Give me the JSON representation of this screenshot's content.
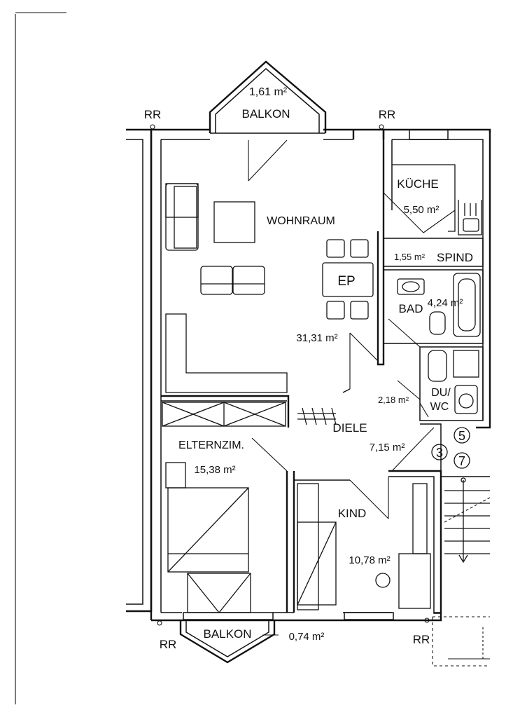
{
  "rooms": {
    "balkon_top": {
      "name": "BALKON",
      "area": "1,61 m²"
    },
    "wohnraum": {
      "name": "WOHNRAUM",
      "area": "31,31 m²"
    },
    "ep": {
      "name": "EP"
    },
    "kueche": {
      "name": "KÜCHE",
      "area": "5,50 m²"
    },
    "spind": {
      "name": "SPIND",
      "area": "1,55 m²"
    },
    "bad": {
      "name": "BAD",
      "area": "4,24 m²"
    },
    "du_wc": {
      "name_line1": "DU/",
      "name_line2": "WC",
      "area": "2,18 m²"
    },
    "diele": {
      "name": "DIELE",
      "area": "7,15 m²"
    },
    "elternzim": {
      "name": "ELTERNZIM.",
      "area": "15,38 m²"
    },
    "kind": {
      "name": "KIND",
      "area": "10,78 m²"
    },
    "balkon_bottom": {
      "name": "BALKON",
      "area": "0,74 m²"
    }
  },
  "rr_label": "RR",
  "circle_numbers": [
    "5",
    "3",
    "7"
  ]
}
